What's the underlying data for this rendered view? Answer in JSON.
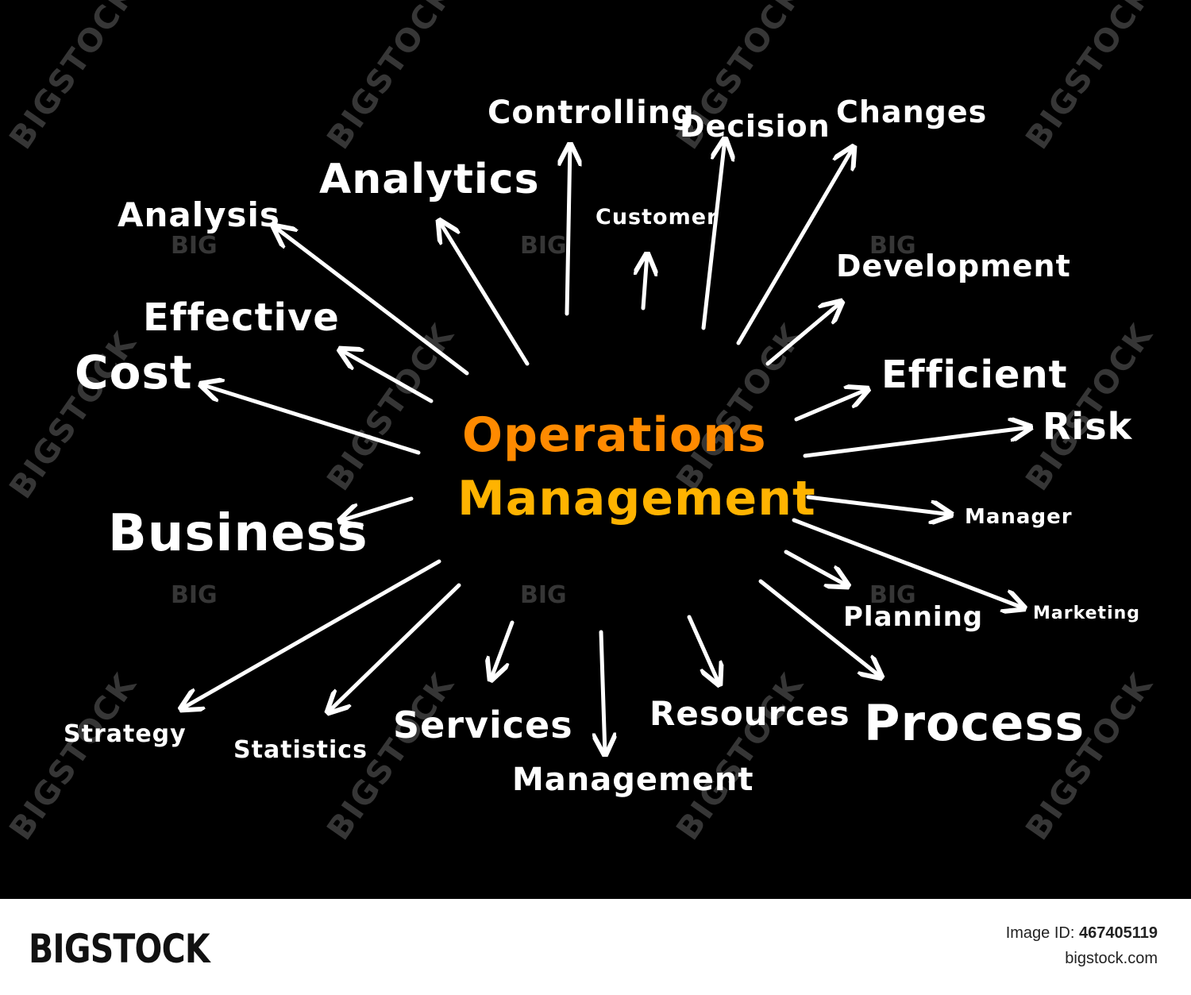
{
  "diagram": {
    "center": {
      "line1": "Operations",
      "line2": "Management"
    },
    "words": {
      "controlling": "Controlling",
      "decision": "Decision",
      "changes": "Changes",
      "analytics": "Analytics",
      "customer": "Customer",
      "analysis": "Analysis",
      "development": "Development",
      "effective": "Effective",
      "cost": "Cost",
      "efficient": "Efficient",
      "risk": "Risk",
      "business": "Business",
      "manager": "Manager",
      "planning": "Planning",
      "marketing": "Marketing",
      "strategy": "Strategy",
      "statistics": "Statistics",
      "services": "Services",
      "resources": "Resources",
      "process": "Process",
      "management": "Management"
    },
    "colors": {
      "background": "#000000",
      "words": "#ffffff",
      "center_top": "#ff8a00",
      "center_bottom": "#ffb300"
    }
  },
  "watermark": {
    "text": "BIGSTOCK",
    "short": "BIG"
  },
  "footer": {
    "brand": "BIGSTOCK",
    "image_id_label": "Image ID:",
    "image_id": "467405119",
    "site": "bigstock.com"
  }
}
